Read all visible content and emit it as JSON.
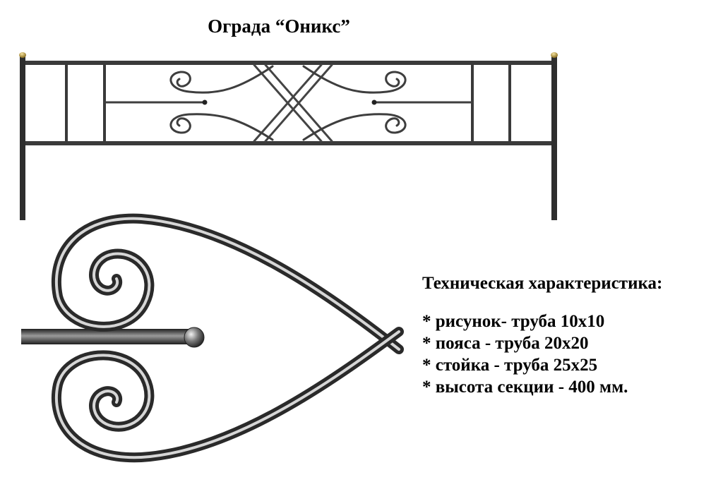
{
  "title": "Ограда “Оникс”",
  "specs": {
    "heading": "Техническая характеристика:",
    "items": [
      "* рисунок- труба 10х10",
      "* пояса - труба 20х20",
      "* стойка - труба 25х25",
      "* высота секции - 400 мм."
    ]
  },
  "colors": {
    "metal": "#3a3a3a",
    "metal_light": "#d9d9d9",
    "cap": "#c8a84a"
  }
}
